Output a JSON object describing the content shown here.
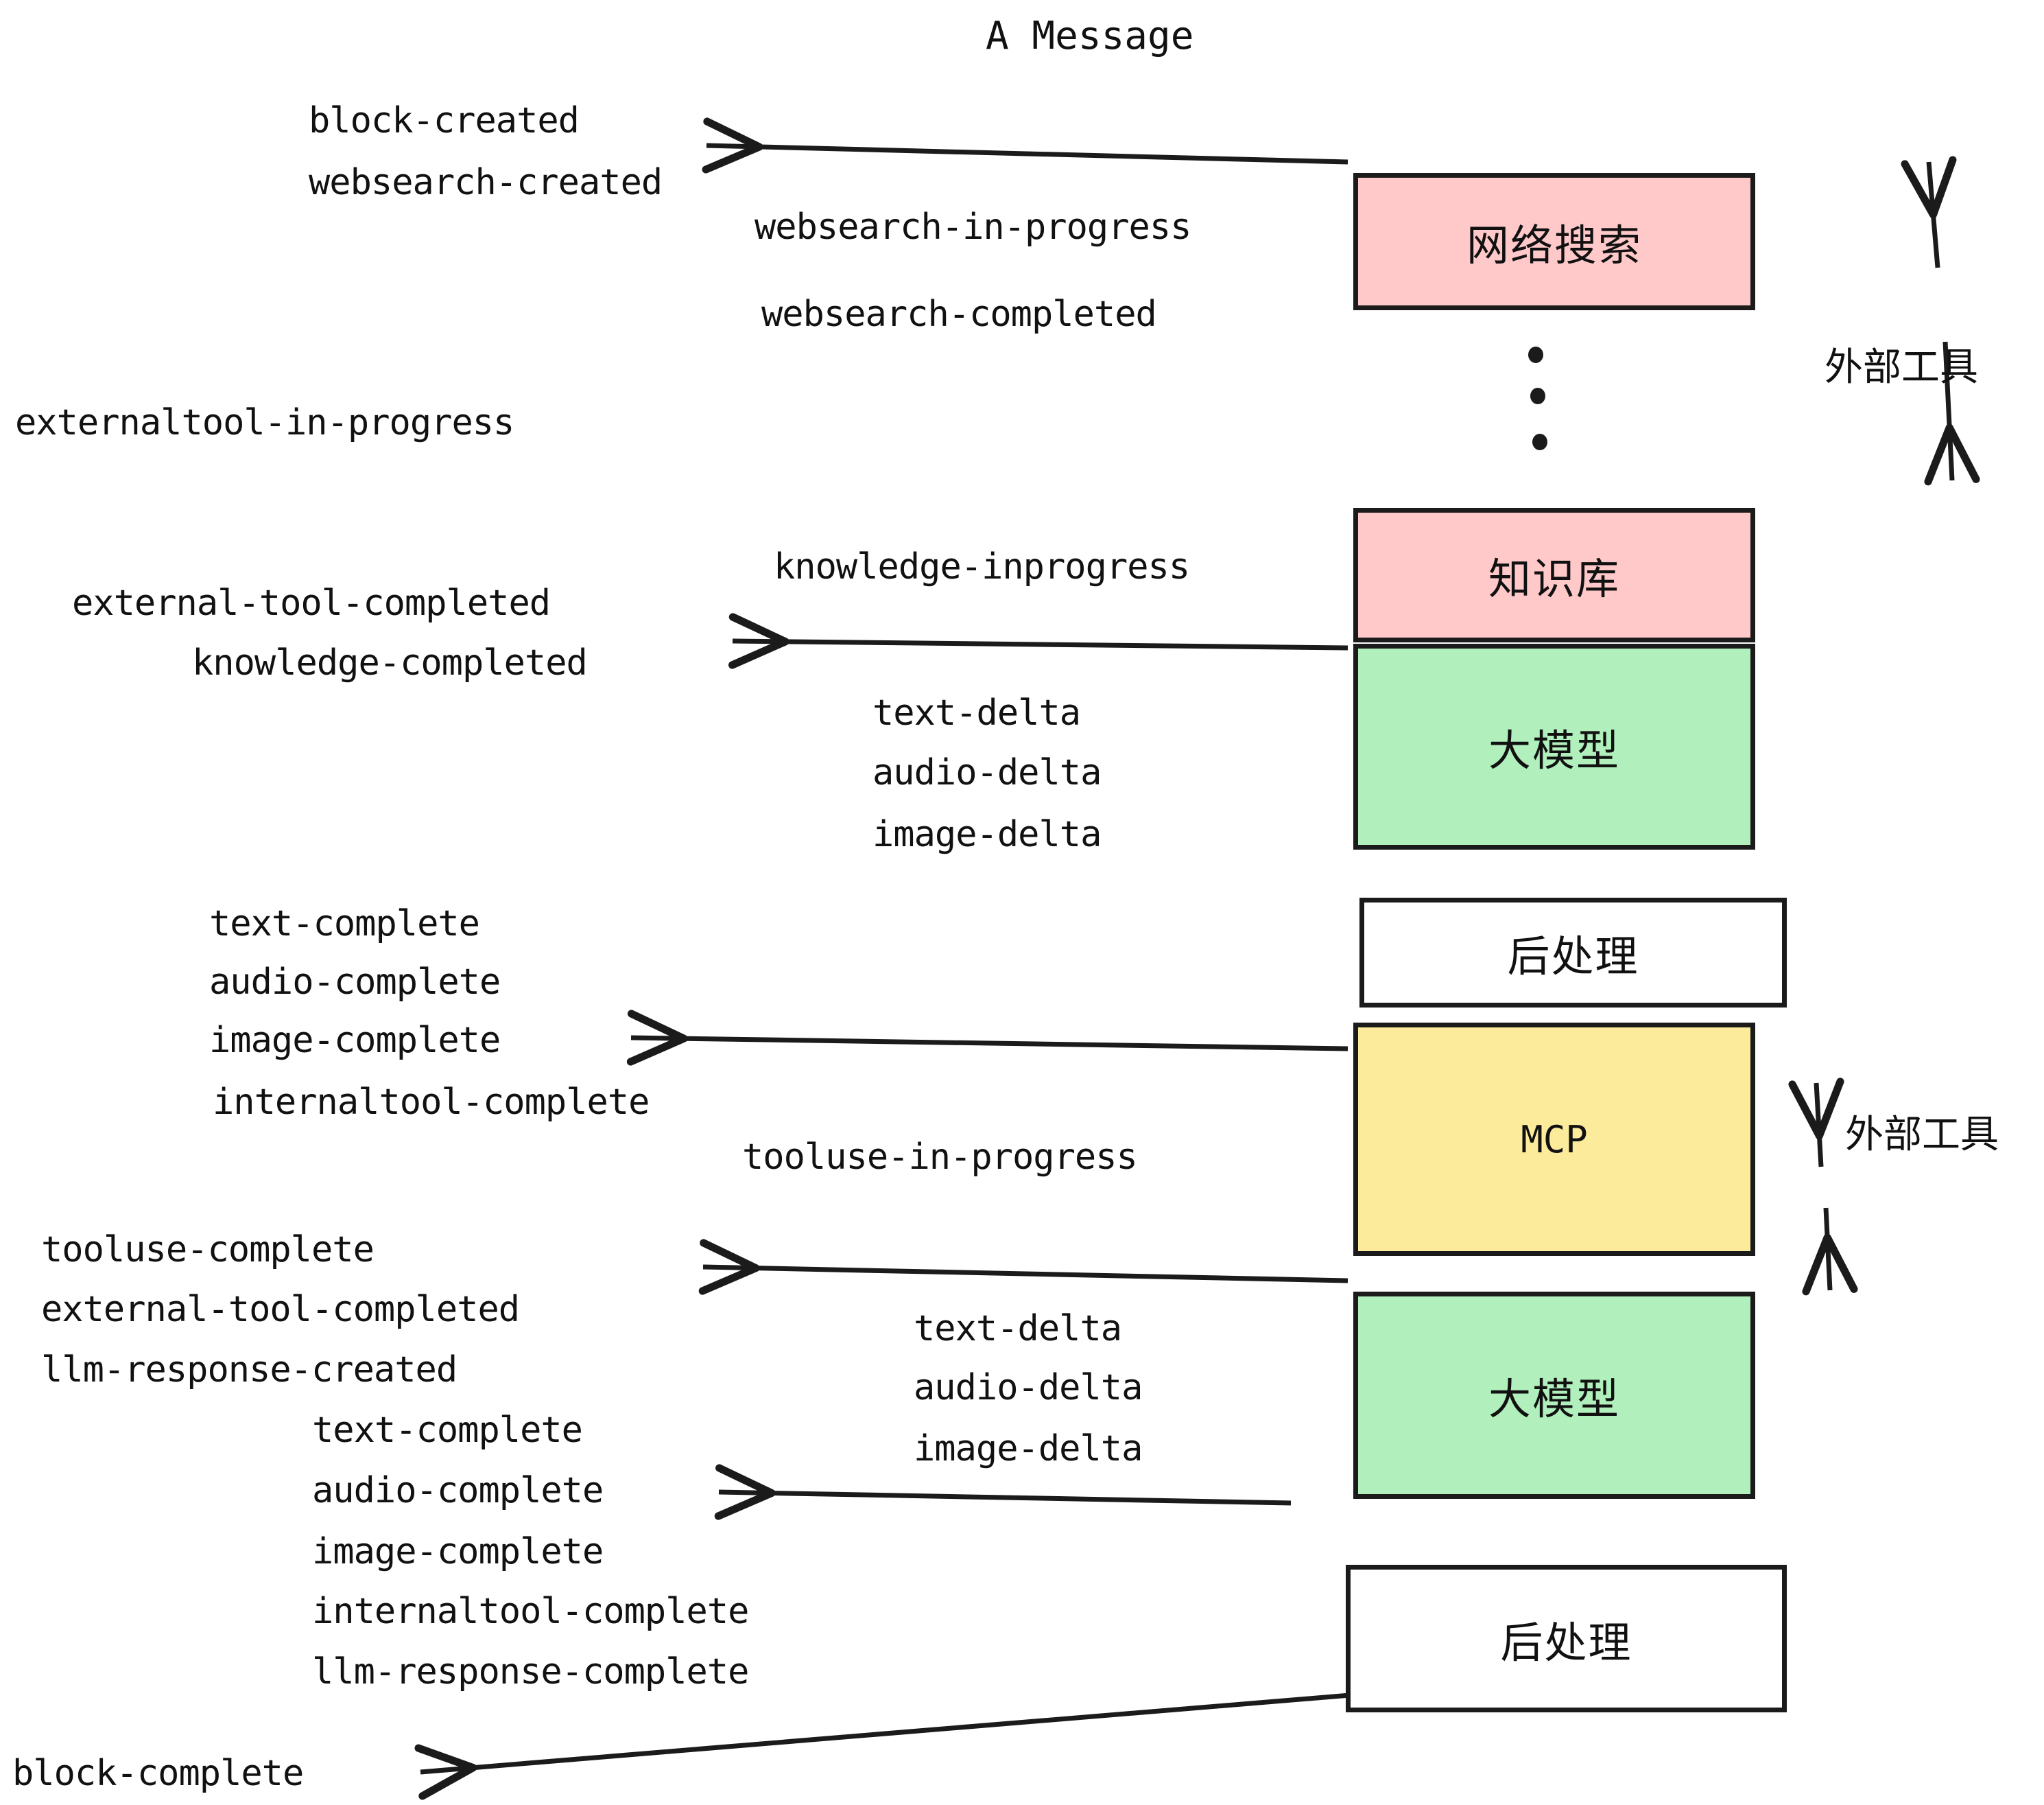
{
  "title": "A Message",
  "colors": {
    "pink": "#FFC9CA",
    "green": "#B1EFBC",
    "yellow": "#FCEB9B",
    "white": "#FFFFFF",
    "stroke": "#1B1B1B",
    "background": "#FFFFFF"
  },
  "boxes": [
    {
      "label": "网络搜索",
      "fill": "#FFC9CA"
    },
    {
      "label": "知识库",
      "fill": "#FFC9CA"
    },
    {
      "label": "大模型",
      "fill": "#B1EFBC"
    },
    {
      "label": "后处理",
      "fill": "#FFFFFF"
    },
    {
      "label": "MCP",
      "fill": "#FCEB9B"
    },
    {
      "label": "大模型",
      "fill": "#B1EFBC"
    },
    {
      "label": "后处理",
      "fill": "#FFFFFF"
    }
  ],
  "side_labels": [
    {
      "text": "外部工具"
    },
    {
      "text": "外部工具"
    }
  ],
  "events": [
    {
      "text": "block-created"
    },
    {
      "text": "websearch-created"
    },
    {
      "text": "websearch-in-progress"
    },
    {
      "text": "websearch-completed"
    },
    {
      "text": "externaltool-in-progress"
    },
    {
      "text": "knowledge-inprogress"
    },
    {
      "text": "external-tool-completed"
    },
    {
      "text": "knowledge-completed"
    },
    {
      "text": "text-delta"
    },
    {
      "text": "audio-delta"
    },
    {
      "text": "image-delta"
    },
    {
      "text": "text-complete"
    },
    {
      "text": "audio-complete"
    },
    {
      "text": "image-complete"
    },
    {
      "text": "internaltool-complete"
    },
    {
      "text": "tooluse-in-progress"
    },
    {
      "text": "tooluse-complete"
    },
    {
      "text": "external-tool-completed"
    },
    {
      "text": "llm-response-created"
    },
    {
      "text": "text-complete"
    },
    {
      "text": "audio-complete"
    },
    {
      "text": "image-complete"
    },
    {
      "text": "internaltool-complete"
    },
    {
      "text": "llm-response-complete"
    },
    {
      "text": "block-complete"
    },
    {
      "text": "text-delta"
    },
    {
      "text": "audio-delta"
    },
    {
      "text": "image-delta"
    }
  ],
  "ellipsis_dots": 3
}
